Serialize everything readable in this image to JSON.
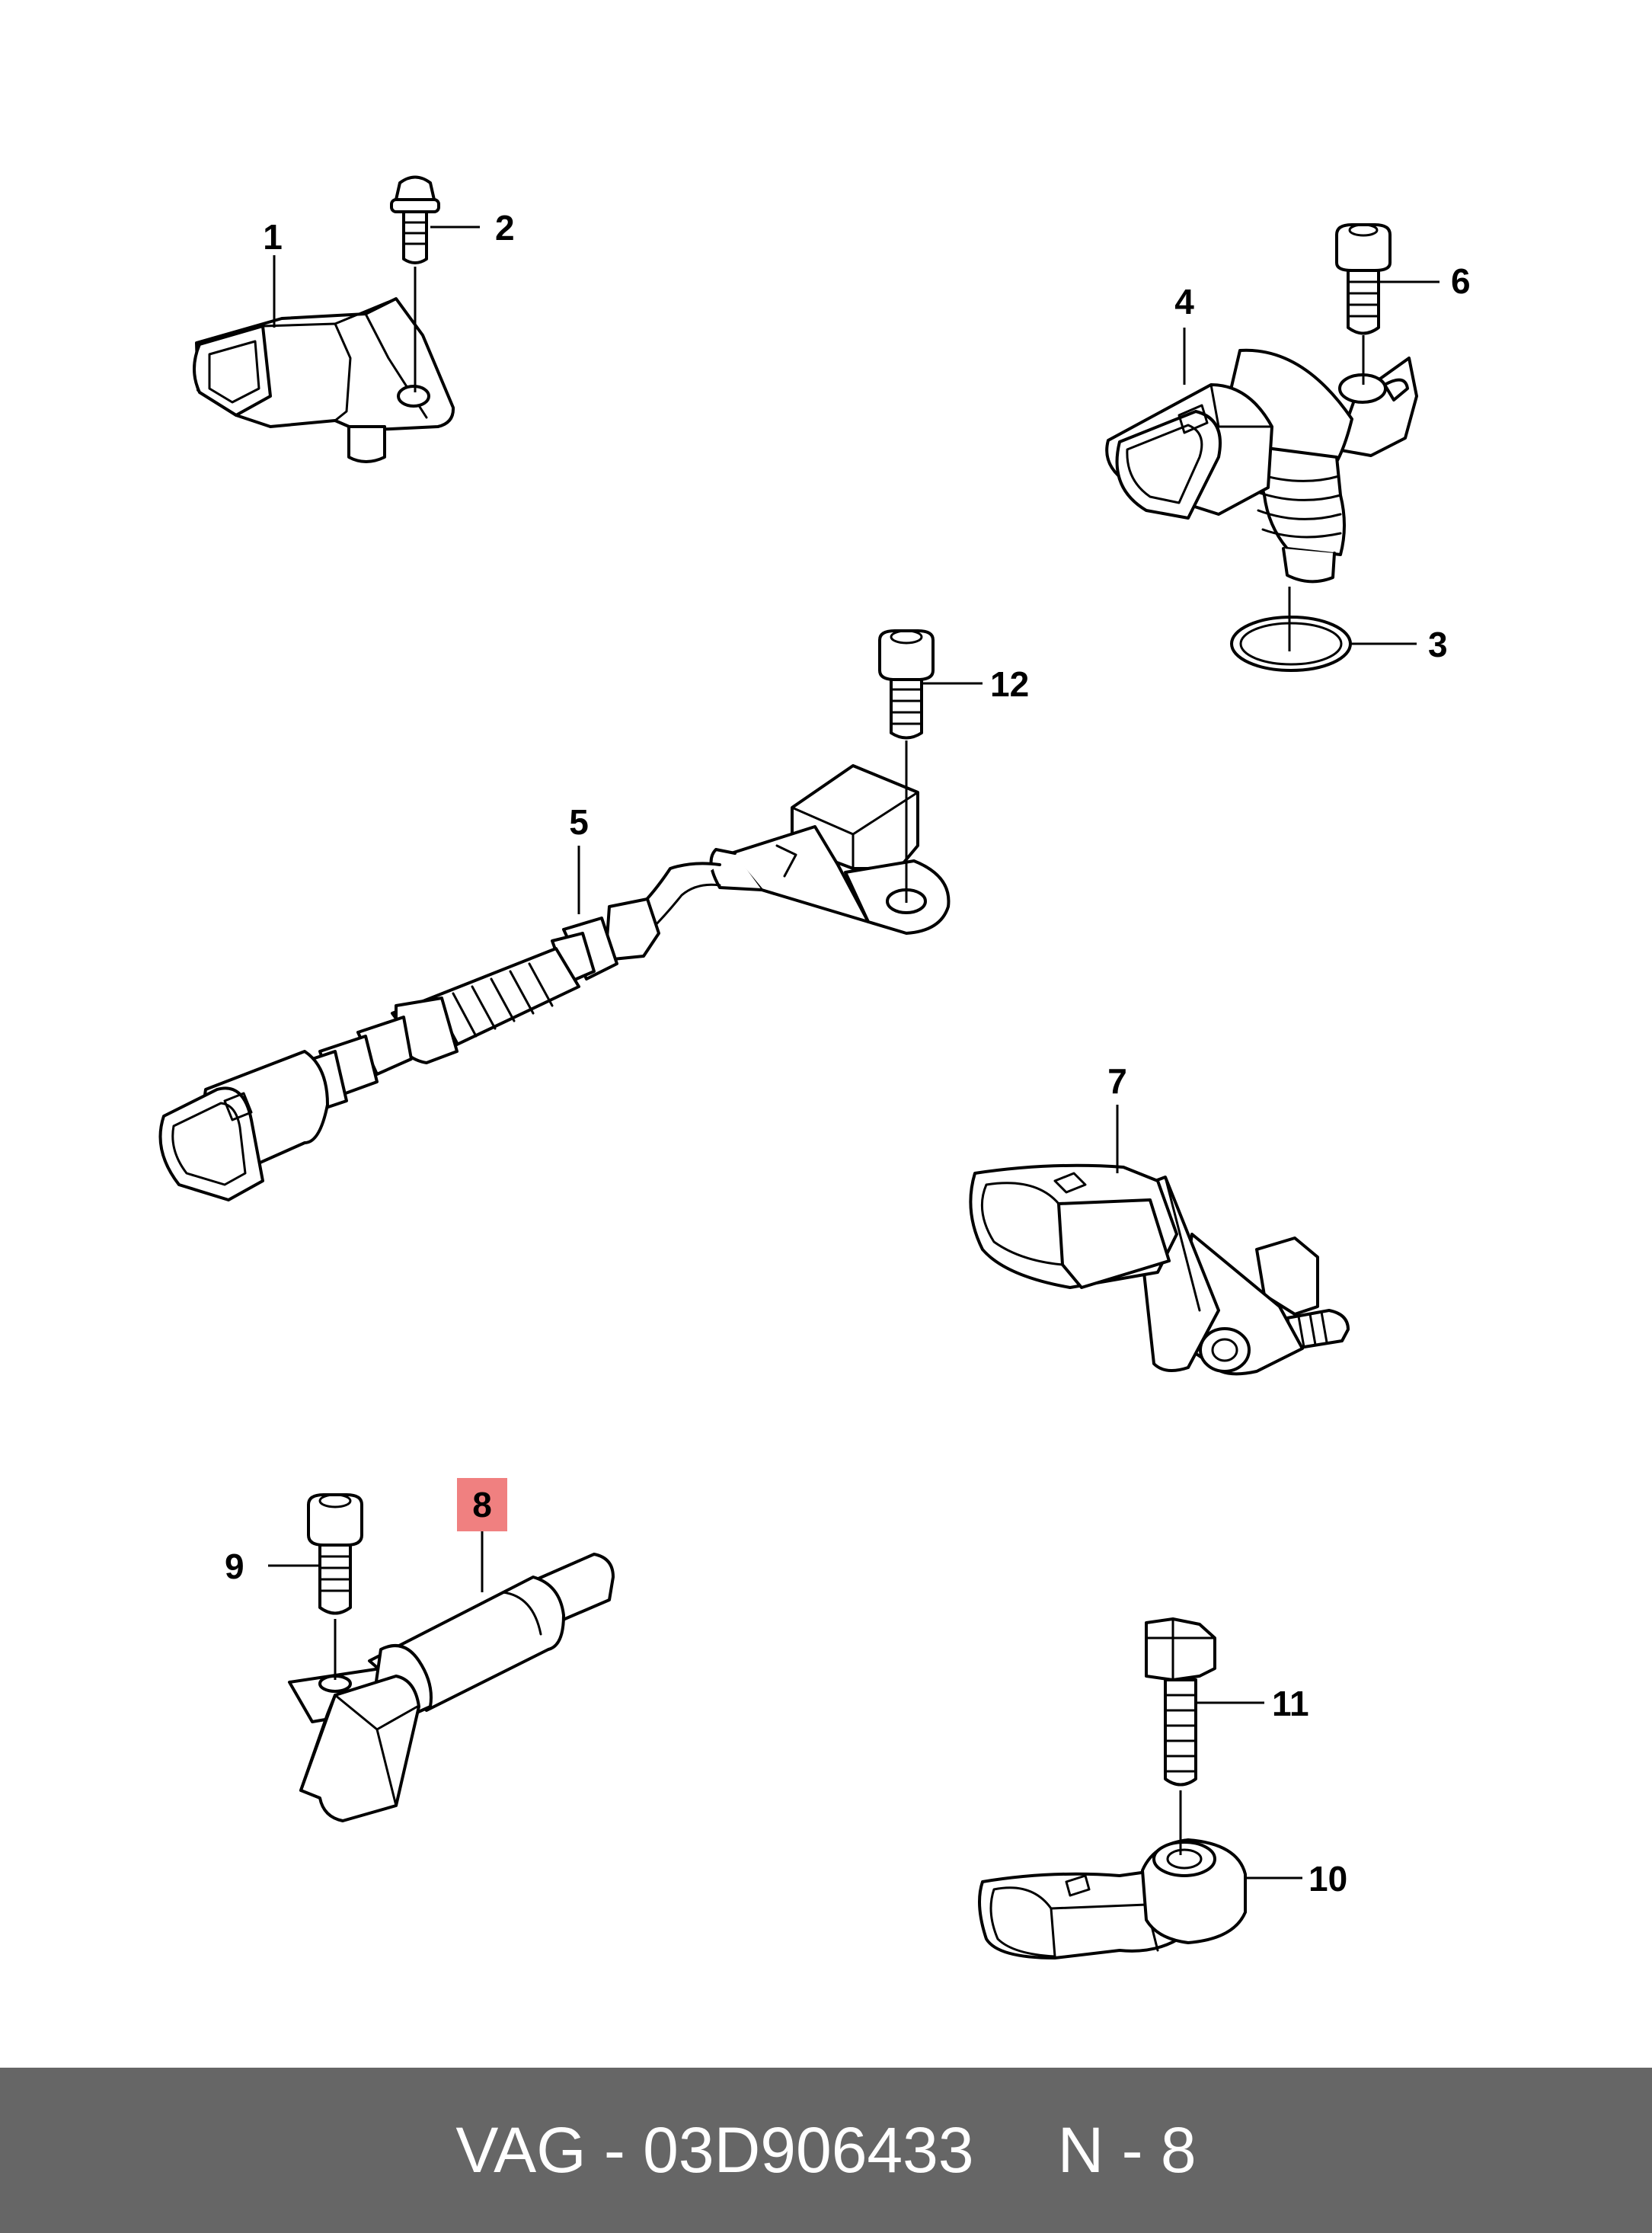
{
  "diagram": {
    "labels": {
      "p1": "1",
      "p2": "2",
      "p3": "3",
      "p4": "4",
      "p5": "5",
      "p6": "6",
      "p7": "7",
      "p8": "8",
      "p9": "9",
      "p10": "10",
      "p11": "11",
      "p12": "12"
    },
    "highlighted_part": "8",
    "highlight_color": "#f08080"
  },
  "footer": {
    "part_number": "VAG - 03D906433",
    "position": "N - 8",
    "background_color": "#666666"
  }
}
